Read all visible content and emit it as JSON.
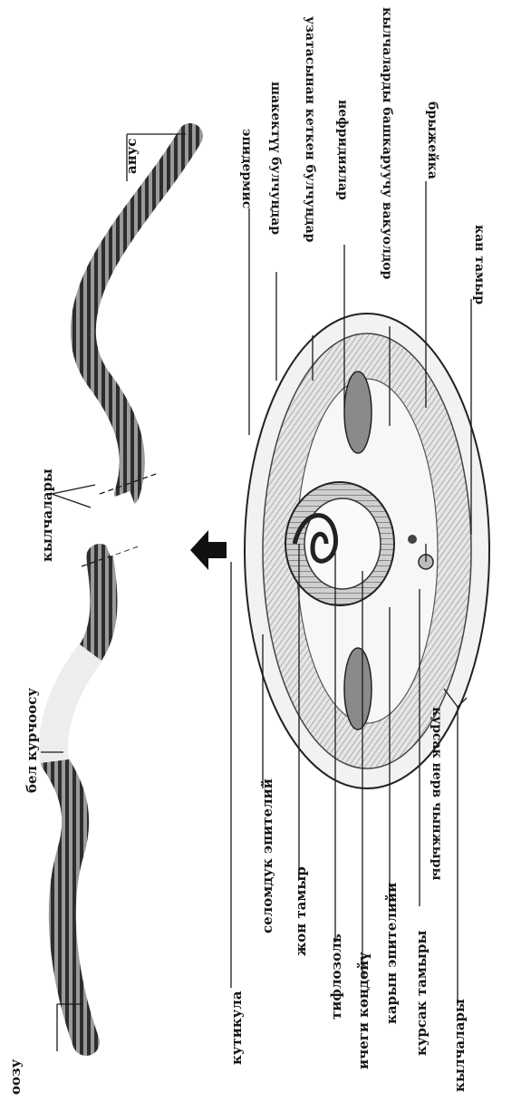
{
  "worm": {
    "labels": {
      "mouth": "оозу",
      "clitellum": "бел курчоосу",
      "setae": "кылчалары",
      "anus": "ануc"
    }
  },
  "section": {
    "labels": {
      "cuticle": "кутикула",
      "coelom_epithelium": "селомдук эпителий",
      "dorsal_vessel": "жон тамыр",
      "typhlosole": "тифлозоль",
      "gut_cavity": "ичеги көңдөйү",
      "gut_epithelium": "карын эпителийи",
      "ventral_vessel": "курсак тамыры",
      "setae": "кылчалары",
      "ventral_nerve_cord": "курсак нерв чынжыры",
      "blood_vessel": "кан тамыр",
      "mesentery": "брыжейка",
      "setae_vacuoles": "кылчаларды башкаруучу вакуолдор",
      "nephridia": "нефридиялар",
      "longitudinal_muscles": "узатасынан кеткен булчуңдар",
      "circular_muscles": "шакектүү булчуңдар",
      "epidermis": "эпидермис"
    }
  }
}
